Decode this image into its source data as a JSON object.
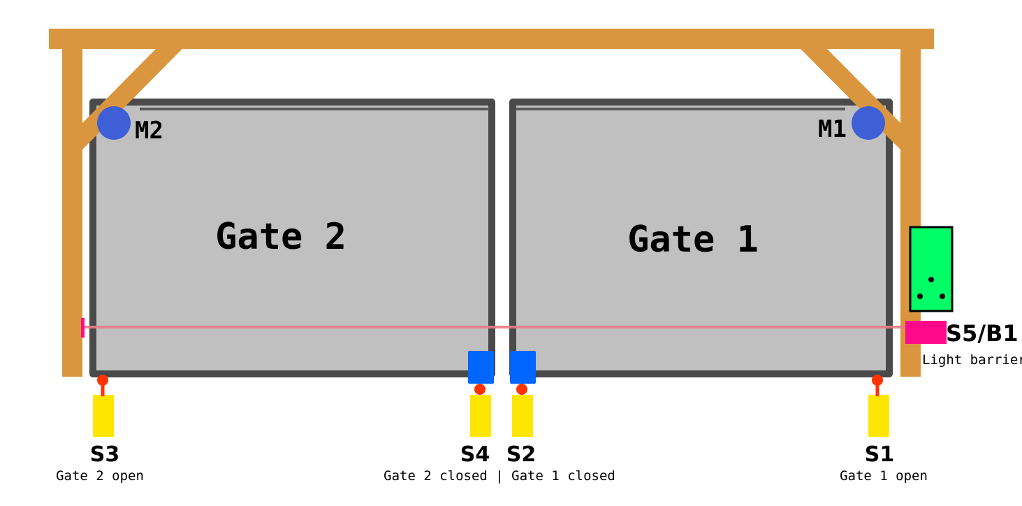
{
  "colors": {
    "beam": "#d9963f",
    "gate_fill": "#c0c0c0",
    "gate_frame": "#4a4a4a",
    "motor": "#3f5fd6",
    "closed_sensor": "#0066ff",
    "sensor_body": "#ffe600",
    "sensor_tip": "#ff3300",
    "light_barrier_emitter": "#ff0a8a",
    "light_barrier_beam": "#e87c86",
    "control_box": "#00ff66"
  },
  "gates": [
    {
      "label": "Gate 2"
    },
    {
      "label": "Gate 1"
    }
  ],
  "motors": [
    {
      "label": "M2"
    },
    {
      "label": "M1"
    }
  ],
  "sensors": {
    "s3": {
      "label": "S3",
      "caption": "Gate 2 open"
    },
    "s4": {
      "label": "S4"
    },
    "s2": {
      "label": "S2"
    },
    "s1": {
      "label": "S1",
      "caption": "Gate 1 open"
    },
    "closed_caption": "Gate 2 closed | Gate 1 closed"
  },
  "light_barrier": {
    "label": "S5/B1",
    "caption": "Light barrier"
  }
}
